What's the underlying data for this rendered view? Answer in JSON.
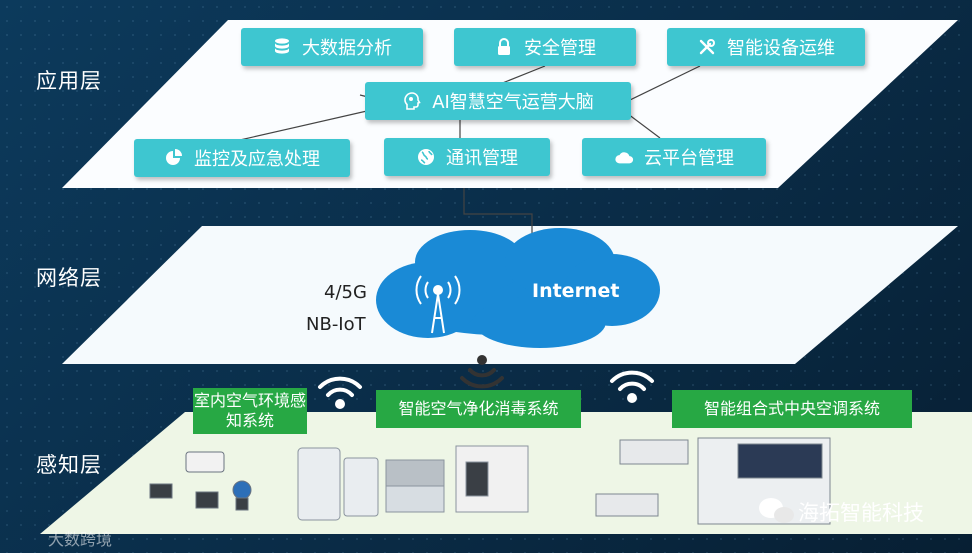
{
  "layers": {
    "application": "应用层",
    "network": "网络层",
    "perception": "感知层"
  },
  "app_buttons": {
    "big_data": "大数据分析",
    "security": "安全管理",
    "device_ops": "智能设备运维",
    "ai_brain": "AI智慧空气运营大脑",
    "monitoring": "监控及应急处理",
    "communication": "通讯管理",
    "cloud": "云平台管理"
  },
  "network": {
    "cellular": "4/5G",
    "nbiot": "NB-IoT",
    "internet": "Internet"
  },
  "perception": {
    "env_sensing": "室内空气环境感知系统",
    "purification": "智能空气净化消毒系统",
    "hvac": "智能组合式中央空调系统"
  },
  "watermarks": {
    "brand": "海拓智能科技",
    "corner": "大数跨境"
  },
  "icons": {
    "big_data": "database-icon",
    "security": "lock-icon",
    "device_ops": "tools-icon",
    "ai_brain": "brain-head-icon",
    "monitoring": "pie-chart-icon",
    "communication": "globe-icon",
    "cloud": "cloud-icon",
    "tower": "signal-tower-icon",
    "wifi": "wifi-icon",
    "wechat": "wechat-icon"
  },
  "colors": {
    "button": "#3ec6d0",
    "green_label": "#27a844",
    "cloud": "#1a8ad6",
    "plane": "#ffffff",
    "ground": "#eef6e6"
  }
}
